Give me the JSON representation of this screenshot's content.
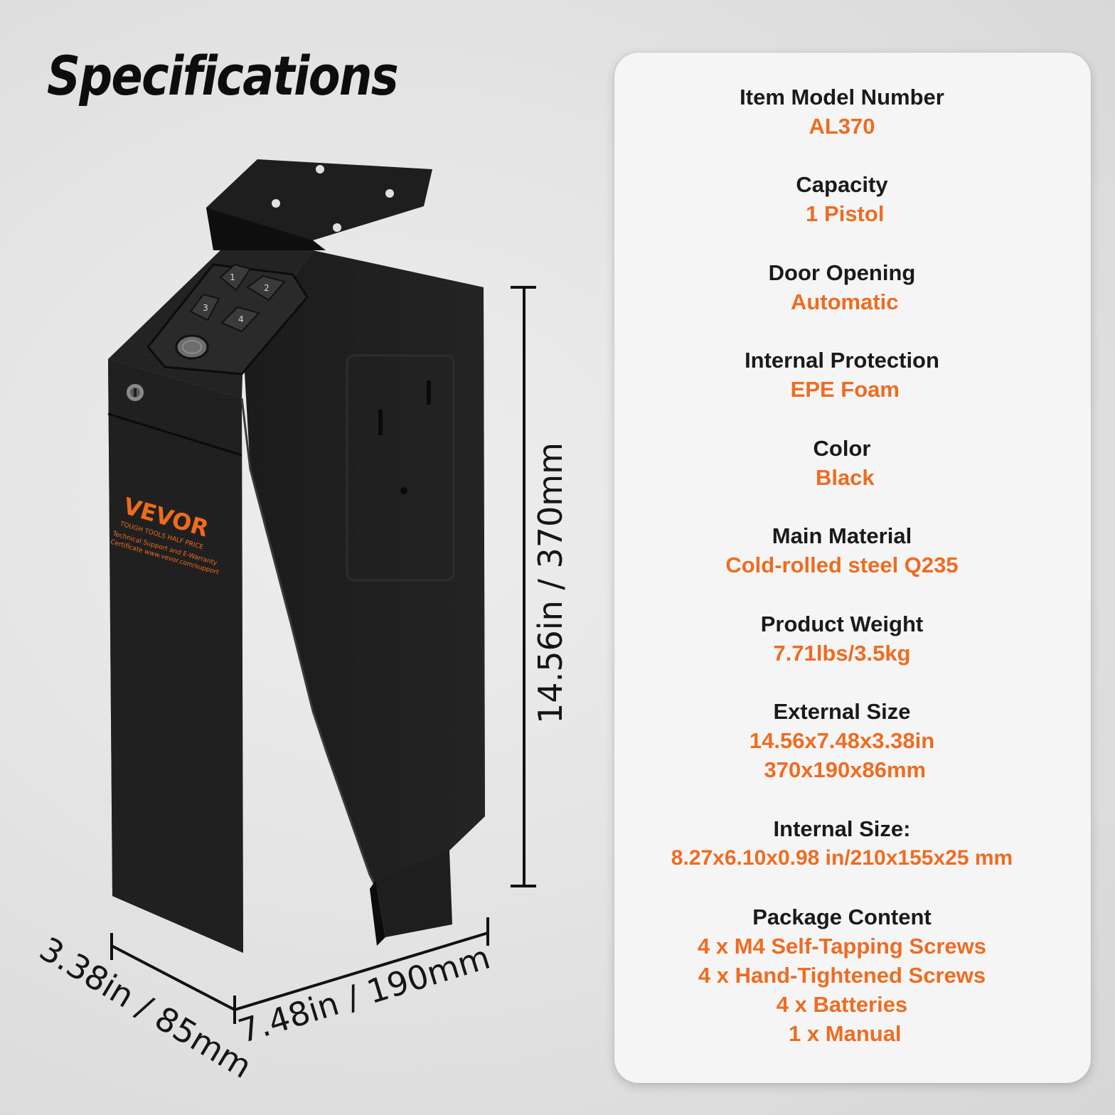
{
  "page_title": "Specifications",
  "colors": {
    "accent": "#ee6c22",
    "background": "#e4e4e4",
    "card_background": "#f5f5f5",
    "safe_body": "#1f1f1f",
    "heading": "#1a1a1a"
  },
  "product": {
    "brand_logo_text": "VEVOR",
    "brand_tagline": "TOUGH TOOLS HALF PRICE",
    "label_line_1": "Technical Support and E-Warranty",
    "label_line_2": "Certificate www.vevor.com/support",
    "keypad_keys": [
      "1",
      "2",
      "3",
      "4"
    ],
    "fingerprint_icon": "fingerprint-icon",
    "keylock_icon": "keyhole-icon"
  },
  "dimensions": {
    "height": "14.56in / 370mm",
    "width": "7.48in / 190mm",
    "depth": "3.38in / 85mm"
  },
  "specs": [
    {
      "label": "Item Model Number",
      "value": "AL370"
    },
    {
      "label": "Capacity",
      "value": " 1 Pistol"
    },
    {
      "label": "Door Opening",
      "value": " Automatic"
    },
    {
      "label": "Internal Protection",
      "value": " EPE Foam"
    },
    {
      "label": "Color",
      "value": " Black"
    },
    {
      "label": "Main Material",
      "value": "Cold-rolled steel Q235"
    },
    {
      "label": "Product Weight",
      "value": "7.71lbs/3.5kg"
    },
    {
      "label": "External Size",
      "value": "14.56x7.48x3.38in\n 370x190x86mm"
    },
    {
      "label": "Internal Size:",
      "value": "8.27x6.10x0.98 in/210x155x25 mm"
    },
    {
      "label": "Package Content",
      "value": "4 x M4 Self-Tapping Screws\n4 x Hand-Tightened Screws\n4 x Batteries\n 1 x Manual"
    }
  ]
}
